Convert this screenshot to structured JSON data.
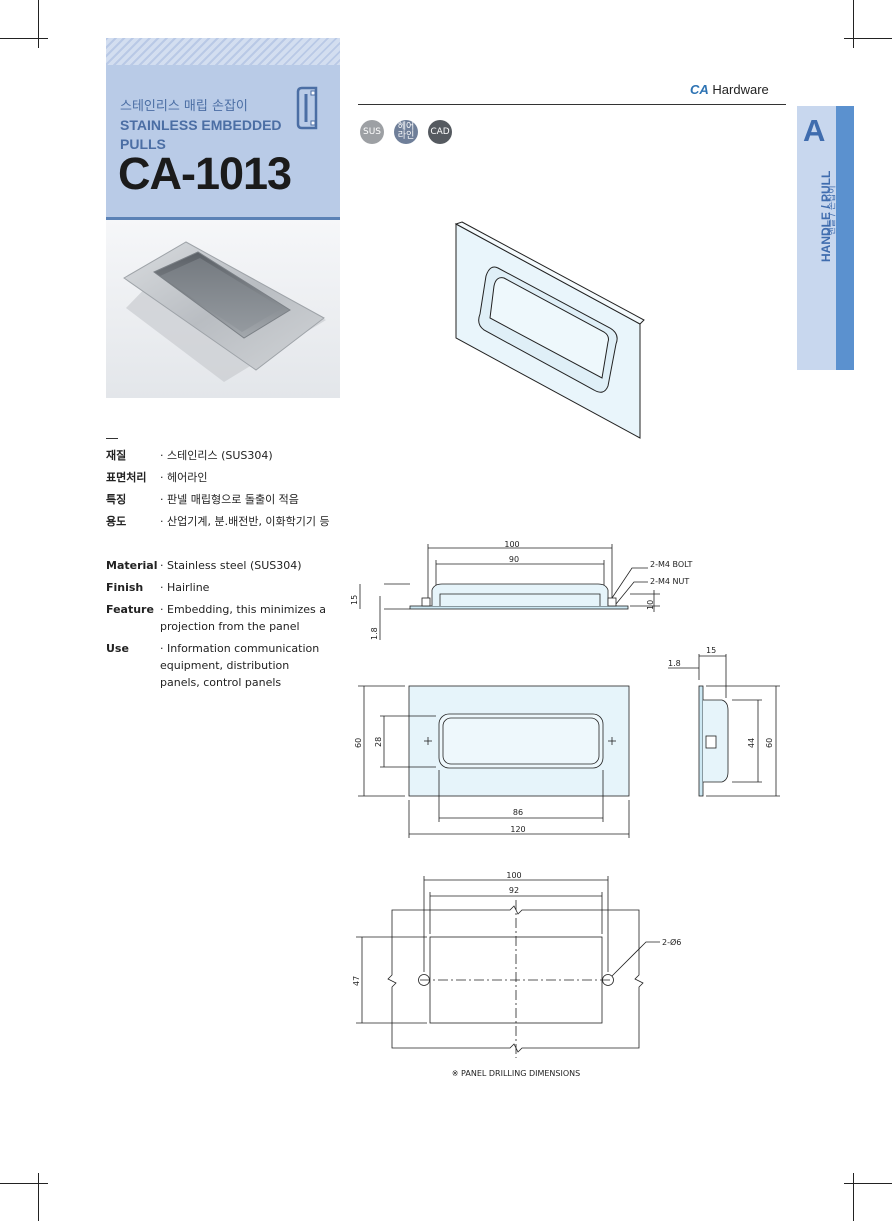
{
  "header": {
    "title_kr": "스테인리스 매립 손잡이",
    "title_en": "STAINLESS EMBEDDED PULLS",
    "model": "CA-1013"
  },
  "brand": {
    "logo": "CA",
    "name": "Hardware"
  },
  "badges": [
    "SUS",
    "헤어 라인",
    "CAD"
  ],
  "side_tab": {
    "letter": "A",
    "label": "HANDLE / PULL",
    "label_kr": "핸들 / 손잡이"
  },
  "specs_kr": [
    {
      "label": "재질",
      "value": "· 스테인리스 (SUS304)"
    },
    {
      "label": "표면처리",
      "value": "· 헤어라인"
    },
    {
      "label": "특징",
      "value": "· 판넬 매립형으로 돌출이 적음"
    },
    {
      "label": "용도",
      "value": "· 산업기계, 분.배전반, 이화학기기 등"
    }
  ],
  "specs_en": [
    {
      "label": "Material",
      "value": "· Stainless steel (SUS304)"
    },
    {
      "label": "Finish",
      "value": "· Hairline"
    },
    {
      "label": "Feature",
      "value": "· Embedding, this minimizes a projection from the panel"
    },
    {
      "label": "Use",
      "value": "· Information communication equipment, distribution panels, control panels"
    }
  ],
  "drawing": {
    "side": {
      "d100": "100",
      "d90": "90",
      "d15": "15",
      "d10": "10",
      "d18": "1.8",
      "bolt": "2-M4 BOLT",
      "nut": "2-M4 NUT"
    },
    "front": {
      "d60": "60",
      "d28": "28",
      "d86": "86",
      "d120": "120"
    },
    "end": {
      "d15": "15",
      "d18": "1.8",
      "d44": "44",
      "d60": "60"
    },
    "panel": {
      "d100": "100",
      "d92": "92",
      "d47": "47",
      "holes": "2-Ø6",
      "caption": "※ PANEL DRILLING DIMENSIONS"
    }
  },
  "colors": {
    "accent": "#4b6ea4",
    "header_bg": "#b9cbe7",
    "tab_strip": "#5b91cf"
  }
}
